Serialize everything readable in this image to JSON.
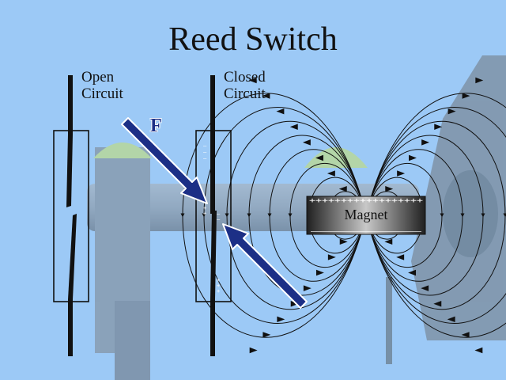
{
  "title": "Reed Switch",
  "open_circuit": {
    "line1": "Open",
    "line2": "Circuit"
  },
  "closed_circuit": {
    "line1": "Closed",
    "line2": "Circuit"
  },
  "force_label": "F",
  "magnet_label": "Magnet",
  "magnet_top_charge": "++++++++++++++++++",
  "magnet_bottom_charge": "——————————————",
  "colors": {
    "background": "#9cc9f6",
    "arrow": "#1c2f86",
    "field_lines": "#111111",
    "photo_gray": "#8a9097",
    "dome_green": "#c6e06a"
  }
}
